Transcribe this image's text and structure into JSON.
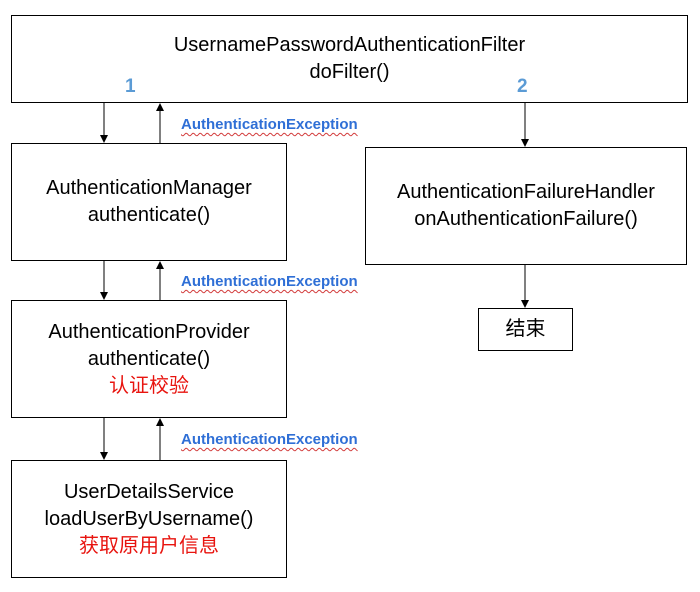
{
  "filter": {
    "line1": "UsernamePasswordAuthenticationFilter",
    "line2": "doFilter()"
  },
  "manager": {
    "line1": "AuthenticationManager",
    "line2": "authenticate()"
  },
  "provider": {
    "line1": "AuthenticationProvider",
    "line2": "authenticate()",
    "note": "认证校验"
  },
  "user_details": {
    "line1": "UserDetailsService",
    "line2": "loadUserByUsername()",
    "note": "获取原用户信息"
  },
  "failure_handler": {
    "line1": "AuthenticationFailureHandler",
    "line2": "onAuthenticationFailure()"
  },
  "end": {
    "label": "结束"
  },
  "exception_labels": [
    "AuthenticationException",
    "AuthenticationException",
    "AuthenticationException"
  ],
  "step_numbers": [
    "1",
    "2"
  ],
  "colors": {
    "note": "#e8140f",
    "exception": "#2f6fd6",
    "step": "#5b9bd5"
  }
}
